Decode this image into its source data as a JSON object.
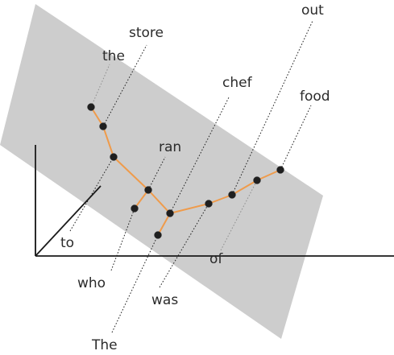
{
  "colors": {
    "plane": "#cdcdcd",
    "tree_edges": "#ef9b4b",
    "points": "#1f1f1f",
    "axes": "#1a1a1a"
  },
  "words": {
    "the_1": "The",
    "chef": "chef",
    "who": "who",
    "ran": "ran",
    "to": "to",
    "the_2": "the",
    "store": "store",
    "was": "was",
    "out": "out",
    "of": "of",
    "food": "food"
  }
}
